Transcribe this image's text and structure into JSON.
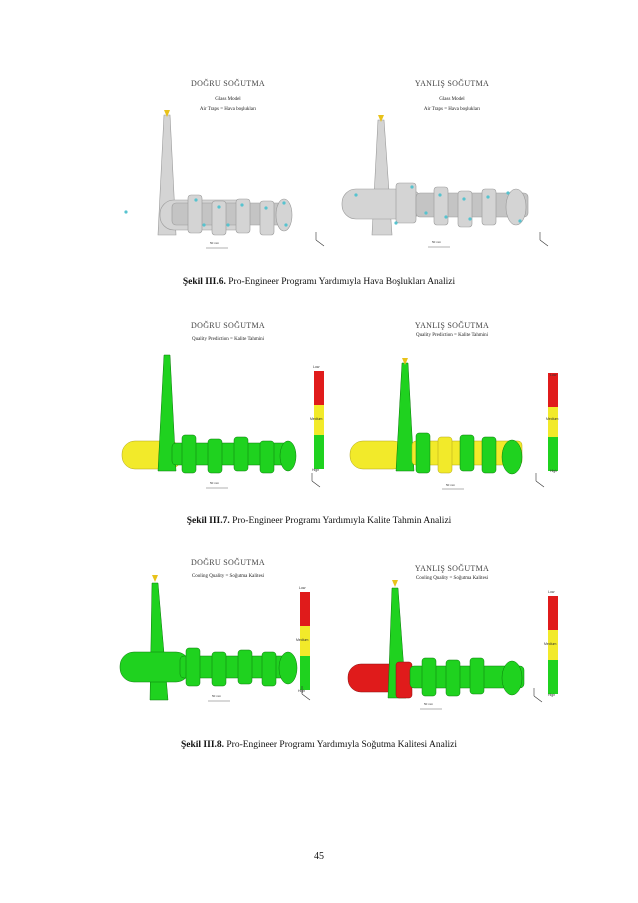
{
  "figures": [
    {
      "id": "fig1",
      "caption_label": "Şekil III.6.",
      "caption_text": "Pro-Engineer Programı Yardımıyla Hava Boşlukları Analizi",
      "panels": [
        {
          "title": "DOĞRU SOĞUTMA",
          "line1": "Glass Model",
          "line2": "Air Traps = Hava boşlukları",
          "scale": "50 mm"
        },
        {
          "title": "YANLIŞ SOĞUTMA",
          "line1": "Glass Model",
          "line2": "Air Traps = Hava boşlukları",
          "scale": "50 mm"
        }
      ]
    },
    {
      "id": "fig2",
      "caption_label": "Şekil III.7.",
      "caption_text": "Pro-Engineer Programı Yardımıyla Kalite Tahmin Analizi",
      "panels": [
        {
          "title": "DOĞRU SOĞUTMA",
          "line1": "Quality Prediction = Kalite Tahmini",
          "scale": "50 mm"
        },
        {
          "title": "YANLIŞ SOĞUTMA",
          "line1": "Quality Prediction = Kalite Tahmini",
          "scale": "50 mm"
        }
      ],
      "legend": {
        "low": "Low",
        "medium": "Medium",
        "high": "High"
      }
    },
    {
      "id": "fig3",
      "caption_label": "Şekil III.8.",
      "caption_text": "Pro-Engineer Programı Yardımıyla Soğutma Kalitesi Analizi",
      "panels": [
        {
          "title": "DOĞRU SOĞUTMA",
          "line1": "Cooling Quality = Soğutma Kalitesi",
          "scale": "50 mm"
        },
        {
          "title": "YANLIŞ SOĞUTMA",
          "line1": "Cooling Quality = Soğutma Kalitesi",
          "scale": "50 mm"
        }
      ],
      "legend": {
        "low": "Low",
        "medium": "Medium",
        "high": "High"
      }
    }
  ],
  "colors": {
    "gray": "#c9c9c9",
    "green": "#1fd21f",
    "yellow": "#f2ea2a",
    "red": "#e01b1b",
    "cyan": "#56c3cf"
  },
  "page_number": "45"
}
